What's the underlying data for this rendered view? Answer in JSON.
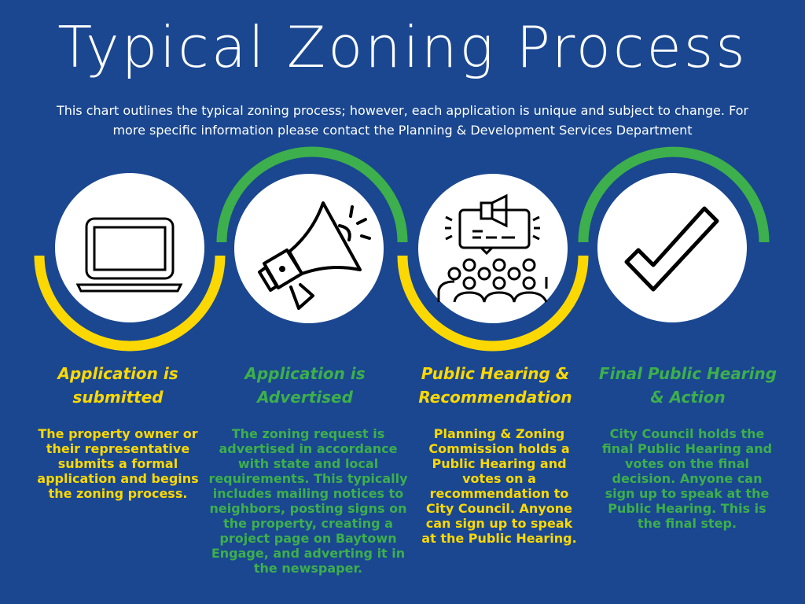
{
  "title": "Typical Zoning Process",
  "subtitle": "This chart outlines the typical zoning process; however, each application is unique and subject to change. For more specific information please contact the Planning & Development Services Department",
  "colors": {
    "background": "#1a4790",
    "yellow": "#fcd803",
    "green": "#3daf4c"
  },
  "steps": [
    {
      "icon": "laptop-icon",
      "title": "Application is submitted",
      "body": "The property owner or their representative submits a formal application and begins the zoning process."
    },
    {
      "icon": "megaphone-icon",
      "title": "Application is Advertised",
      "body": "The zoning request is advertised in accordance with state and local requirements. This typically includes mailing notices to neighbors, posting signs on the property, creating a project page on Baytown Engage, and adverting it in the newspaper."
    },
    {
      "icon": "public-meeting-icon",
      "title": "Public Hearing & Recommendation",
      "body": "Planning & Zoning Commission holds a Public Hearing and votes on a recommendation to City Council. Anyone can sign up to speak at the Public Hearing."
    },
    {
      "icon": "checkmark-icon",
      "title": "Final Public Hearing & Action",
      "body": "City Council holds the final Public Hearing and votes on the final decision. Anyone can sign up to speak at the Public Hearing. This is the final step."
    }
  ]
}
